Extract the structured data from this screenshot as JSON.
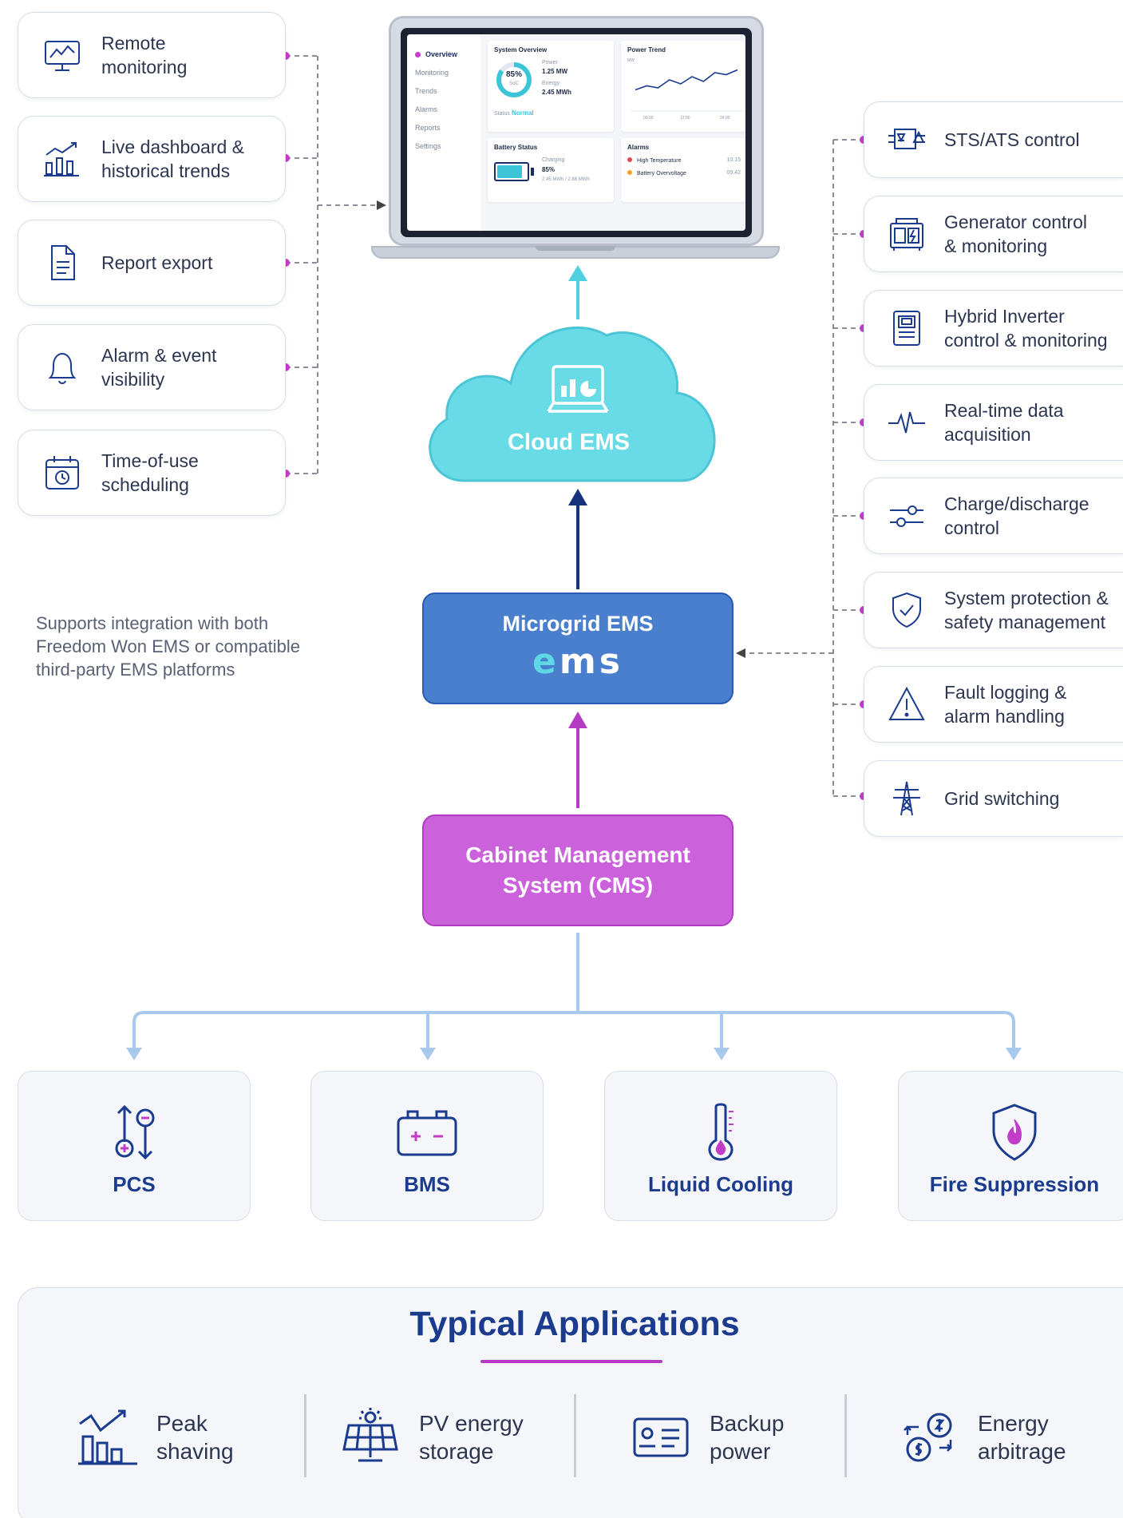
{
  "left_features": [
    {
      "label": "Remote\nmonitoring",
      "icon": "monitor-icon"
    },
    {
      "label": "Live dashboard &\nhistorical trends",
      "icon": "trend-chart-icon"
    },
    {
      "label": "Report export",
      "icon": "document-icon"
    },
    {
      "label": "Alarm & event\nvisibility",
      "icon": "bell-icon"
    },
    {
      "label": "Time-of-use\nscheduling",
      "icon": "calendar-clock-icon"
    }
  ],
  "right_features": [
    {
      "label": "STS/ATS control",
      "icon": "transfer-switch-icon"
    },
    {
      "label": "Generator control\n& monitoring",
      "icon": "generator-icon"
    },
    {
      "label": "Hybrid Inverter\ncontrol & monitoring",
      "icon": "inverter-icon"
    },
    {
      "label": "Real-time data\nacquisition",
      "icon": "pulse-icon"
    },
    {
      "label": "Charge/discharge\ncontrol",
      "icon": "sliders-icon"
    },
    {
      "label": "System protection &\nsafety management",
      "icon": "shield-check-icon"
    },
    {
      "label": "Fault logging &\nalarm handling",
      "icon": "warning-icon"
    },
    {
      "label": "Grid switching",
      "icon": "power-tower-icon"
    }
  ],
  "integration_note": "Supports integration with both\nFreedom Won EMS or compatible\nthird-party EMS platforms",
  "dashboard": {
    "nav": [
      "Overview",
      "Monitoring",
      "Trends",
      "Alarms",
      "Reports",
      "Settings"
    ],
    "system_overview": {
      "title": "System Overview",
      "soc": "85%",
      "soc_label": "SoC",
      "power_label": "Power",
      "power": "1.25 MW",
      "energy_label": "Energy",
      "energy": "2.45 MWh",
      "status_label": "Status",
      "status": "Normal"
    },
    "power_trend": {
      "title": "Power Trend",
      "y_label": "MW",
      "x_ticks": [
        "00:00",
        "12:00",
        "24:00"
      ],
      "values": [
        0.45,
        0.55,
        0.5,
        0.7,
        0.6,
        0.78,
        0.66,
        0.88,
        0.83,
        0.95
      ]
    },
    "battery_status": {
      "title": "Battery Status",
      "state": "Charging",
      "soc": "85%",
      "energy": "2.45 MWh / 2.88 MWh"
    },
    "alarms": {
      "title": "Alarms",
      "items": [
        {
          "name": "High Temperature",
          "time": "10:15",
          "color": "#e5484d"
        },
        {
          "name": "Battery Overvoltage",
          "time": "09:42",
          "color": "#f5a524"
        }
      ]
    }
  },
  "cloud": {
    "label": "Cloud EMS"
  },
  "microgrid": {
    "title": "Microgrid EMS",
    "logo_e": "e",
    "logo_rest": "ms"
  },
  "cms": {
    "title": "Cabinet Management\nSystem (CMS)"
  },
  "subsystems": [
    {
      "label": "PCS",
      "icon": "pcs-icon"
    },
    {
      "label": "BMS",
      "icon": "battery-icon"
    },
    {
      "label": "Liquid Cooling",
      "icon": "thermometer-icon"
    },
    {
      "label": "Fire Suppression",
      "icon": "fire-shield-icon"
    }
  ],
  "applications": {
    "title": "Typical Applications",
    "items": [
      {
        "label": "Peak\nshaving",
        "icon": "peak-shaving-icon"
      },
      {
        "label": "PV energy\nstorage",
        "icon": "solar-panel-icon"
      },
      {
        "label": "Backup\npower",
        "icon": "id-card-icon"
      },
      {
        "label": "Energy\narbitrage",
        "icon": "currency-exchange-icon"
      }
    ]
  },
  "colors": {
    "navy": "#1b3b8f",
    "magenta": "#c23dc7",
    "cyan": "#66d9e5",
    "blue": "#4a7fcd",
    "teal": "#3cc5d6"
  }
}
